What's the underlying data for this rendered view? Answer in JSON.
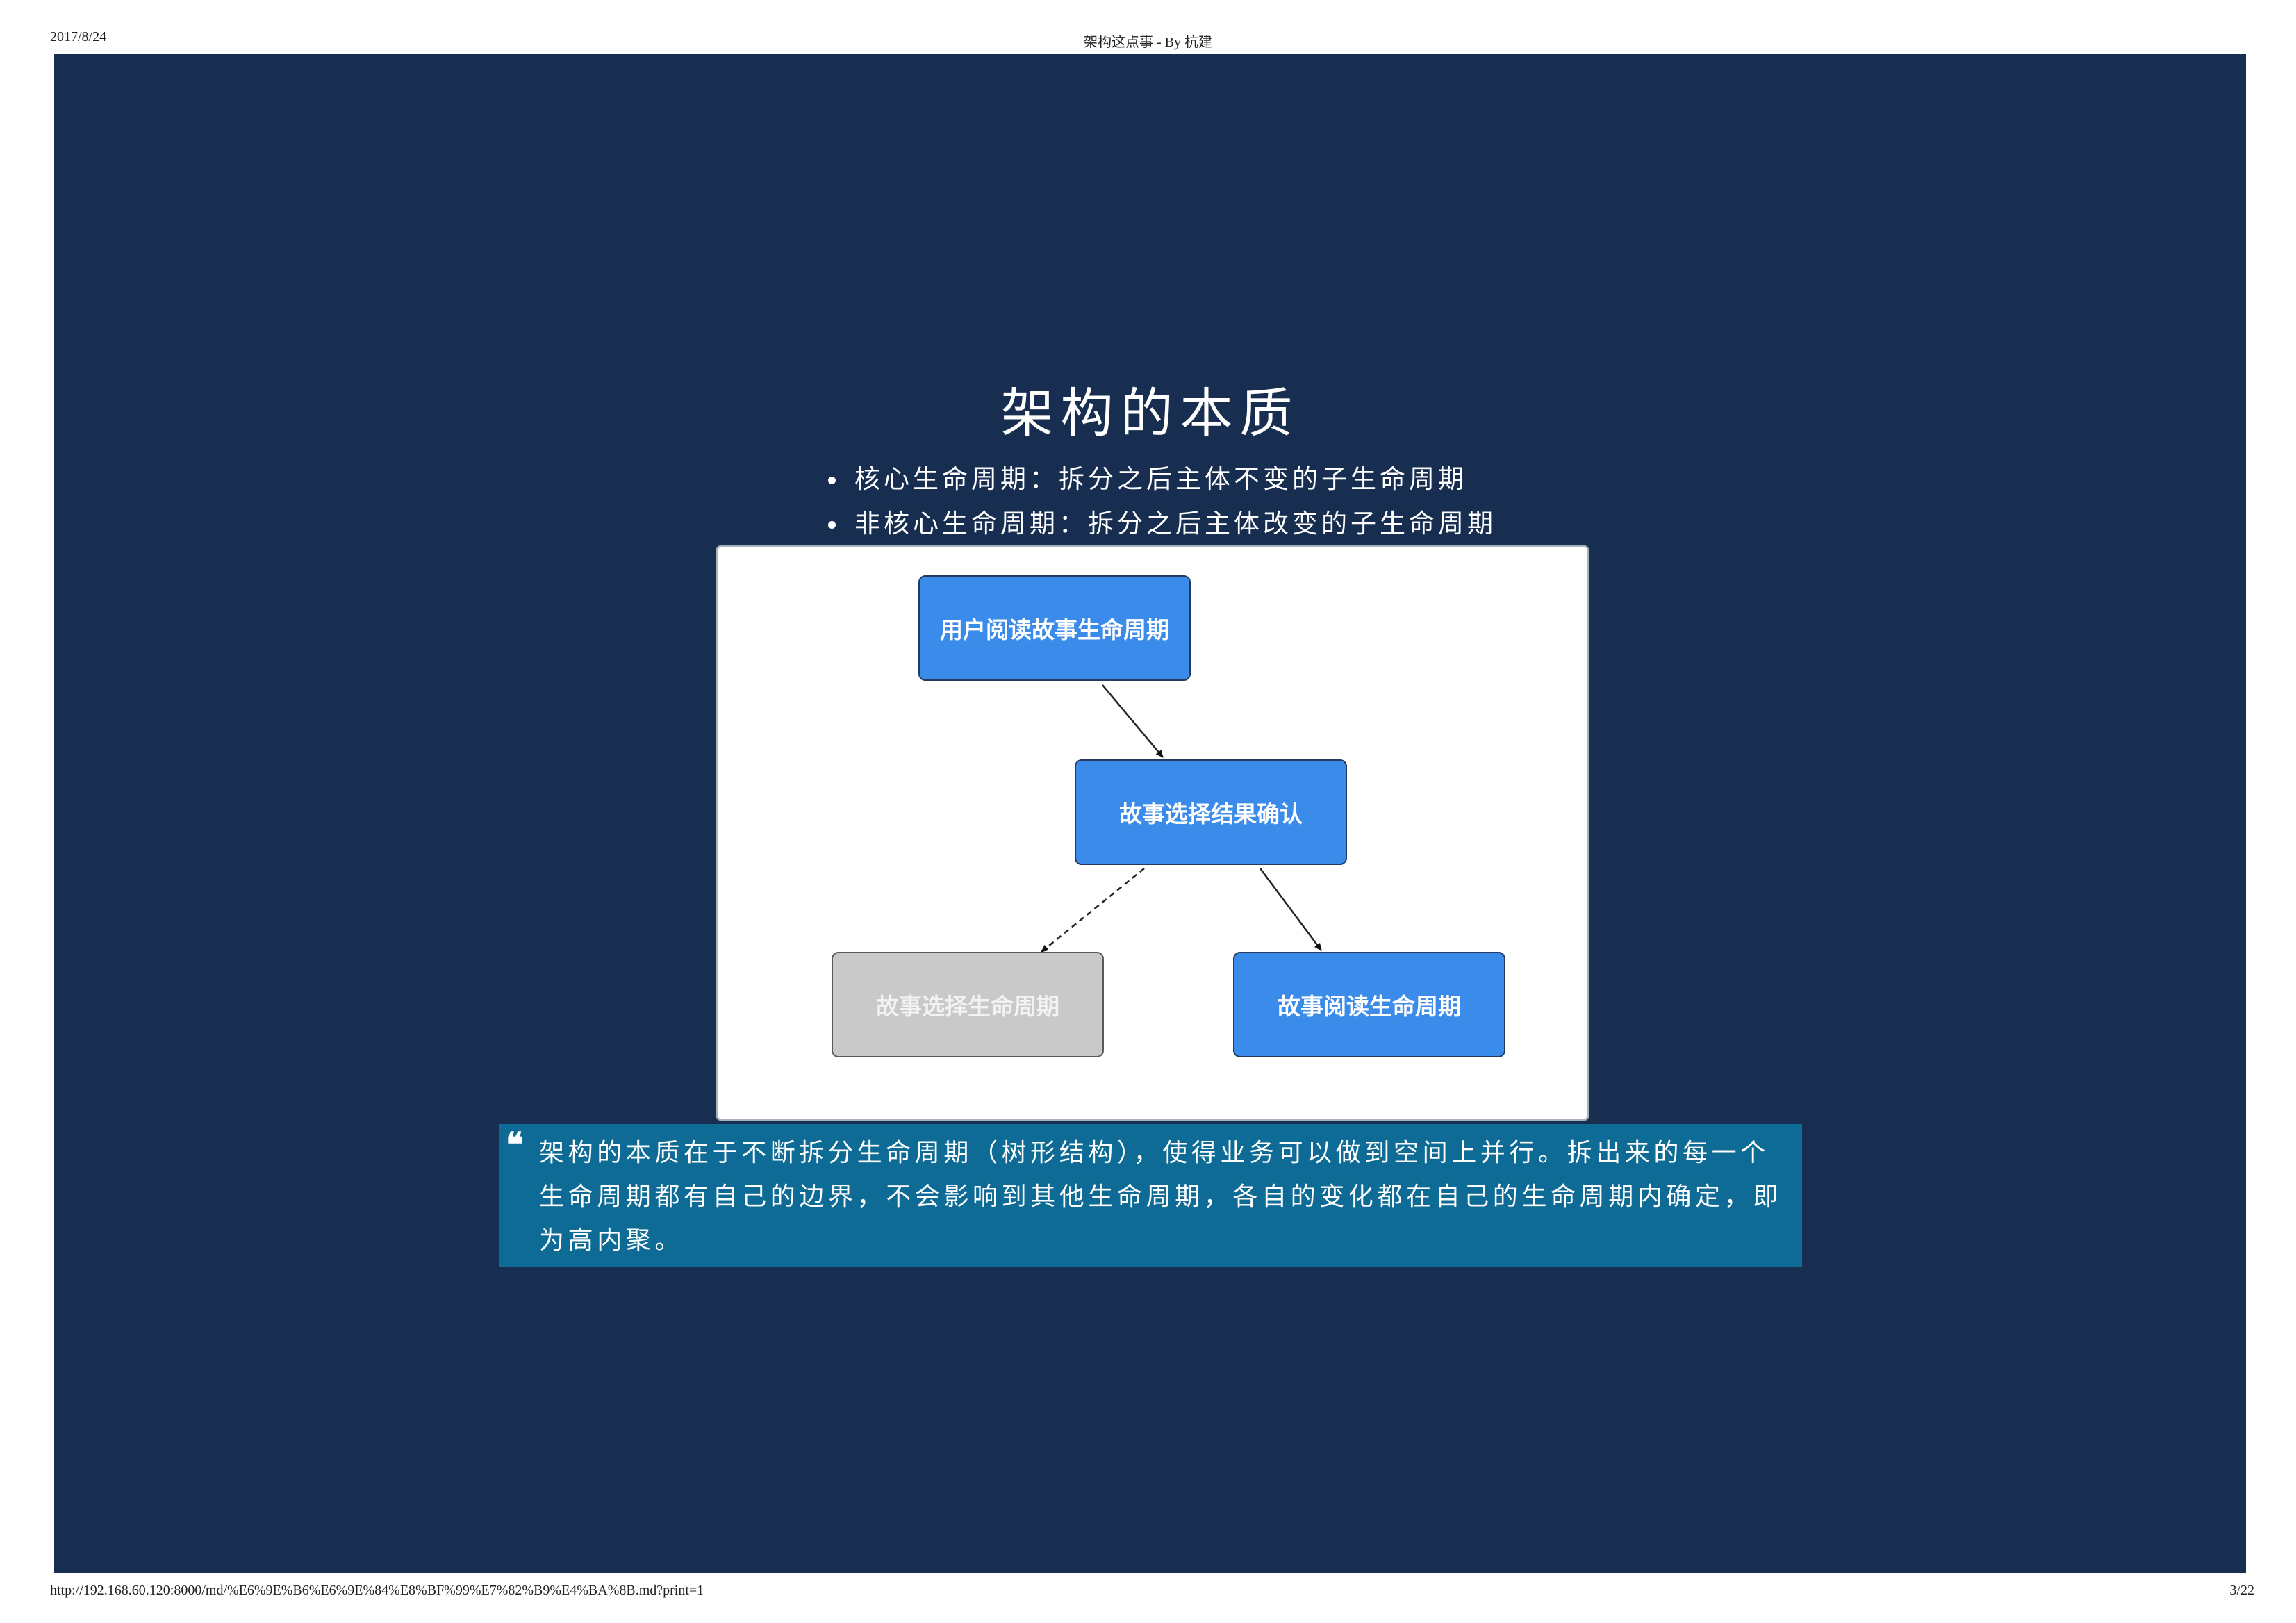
{
  "header": {
    "date": "2017/8/24",
    "title": "架构这点事 - By 杭建"
  },
  "footer": {
    "url": "http://192.168.60.120:8000/md/%E6%9E%B6%E6%9E%84%E8%BF%99%E7%82%B9%E4%BA%8B.md?print=1",
    "page": "3/22"
  },
  "slide": {
    "title": "架构的本质",
    "bullets": [
      "核心生命周期：拆分之后主体不变的子生命周期",
      "非核心生命周期：拆分之后主体改变的子生命周期"
    ]
  },
  "diagram": {
    "nodes": {
      "user_reading": "用户阅读故事生命周期",
      "story_select_confirm": "故事选择结果确认",
      "story_select": "故事选择生命周期",
      "story_reading": "故事阅读生命周期"
    },
    "colors": {
      "core_node": "#3a8bea",
      "non_core_node": "#c9c9c9"
    }
  },
  "quote": {
    "icon": "quote-icon",
    "text": "架构的本质在于不断拆分生命周期（树形结构），使得业务可以做到空间上并行。拆出来的每一个生命周期都有自己的边界，不会影响到其他生命周期，各自的变化都在自己的生命周期内确定，即为高内聚。"
  }
}
